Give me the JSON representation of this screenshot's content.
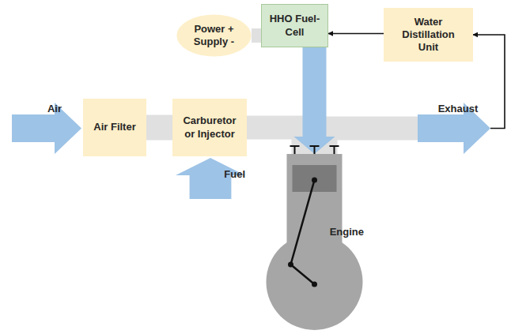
{
  "diagram": {
    "nodes": [
      {
        "text": [
          "Power + Supply -"
        ]
      },
      {
        "text": [
          "HHO Fuel-Cell"
        ]
      },
      {
        "text": [
          "Water Distillation Unit"
        ]
      },
      {
        "text": [
          "Air"
        ]
      },
      {
        "text": [
          "Air Filter"
        ]
      },
      {
        "text": [
          "Carburetor or Injector"
        ]
      },
      {
        "text": [
          "Exhaust"
        ]
      },
      {
        "text": [
          "Fuel"
        ]
      },
      {
        "text": [
          "Engine"
        ]
      }
    ],
    "edges": [
      {
        "from": 0,
        "to": 1,
        "arrow": "none"
      },
      {
        "from": 2,
        "to": 1,
        "arrow": "to"
      },
      {
        "from": 1,
        "to": 8,
        "arrow": "to"
      },
      {
        "from": 4,
        "to": 5,
        "arrow": "none"
      },
      {
        "from": 5,
        "to": 8,
        "arrow": "none"
      },
      {
        "from": 8,
        "to": 6,
        "arrow": "none"
      },
      {
        "from": 6,
        "to": 2,
        "arrow": "to"
      }
    ]
  }
}
